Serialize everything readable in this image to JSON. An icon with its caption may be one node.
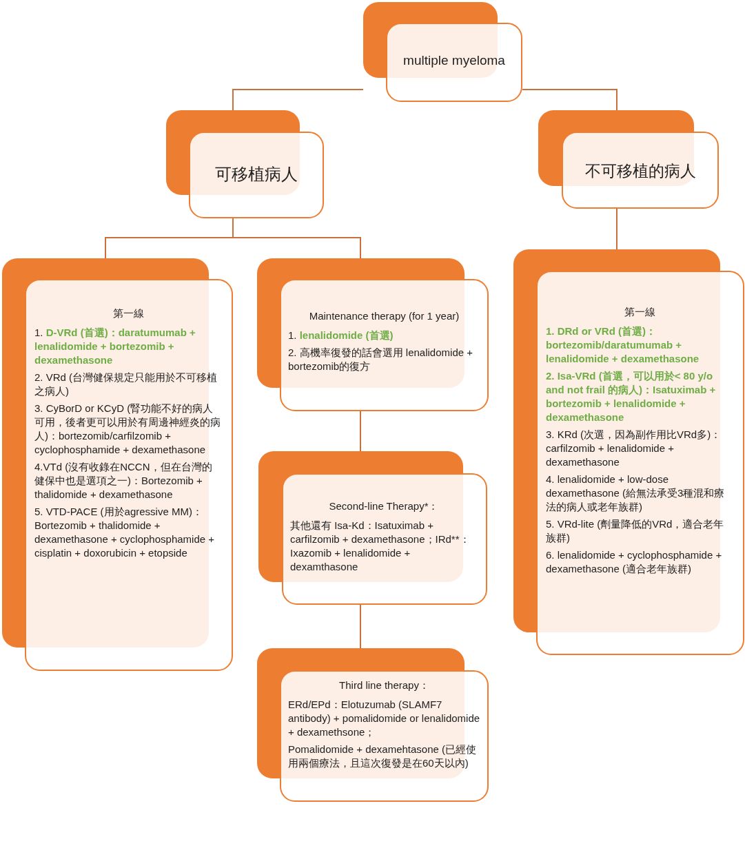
{
  "diagram": {
    "nodes": [
      {
        "text": [
          "multiple myeloma"
        ]
      },
      {
        "text": [
          "可移植病人"
        ]
      },
      {
        "text": [
          "不可移植的病人"
        ]
      },
      {
        "text": [
          "第一線",
          "1. **D-VRd (首選)：daratumumab + lenalidomide + bortezomib + dexamethasone**",
          "2. VRd (台灣健保規定只能用於不可移植之病人)",
          "3. CyBorD or KCyD (腎功能不好的病人可用，後者更可以用於有周邊神經炎的病人)：bortezomib/carfilzomib + cyclophosphamide + dexamethasone",
          "4.VTd (沒有收錄在NCCN，但在台灣的健保中也是選項之一)：Bortezomib + thalidomide + dexamethasone",
          "5. VTD-PACE (用於agressive MM)：Bortezomib + thalidomide + dexamethasone + cyclophosphamide + cisplatin + doxorubicin + etopside"
        ]
      },
      {
        "text": [
          "Maintenance therapy (for 1 year)",
          "1. **lenalidomide (首選)**",
          "2. 高機率復發的話會選用 lenalidomide + bortezomib的復方"
        ]
      },
      {
        "text": [
          "Second-line Therapy*：",
          "其他還有 Isa-Kd：Isatuximab + carfilzomib + dexamethasone；IRd**：Ixazomib + lenalidomide + dexamthasone"
        ]
      },
      {
        "text": [
          "Third line therapy：",
          "ERd/EPd：Elotuzumab (SLAMF7 antibody) + pomalidomide or lenalidomide + dexamethsone；",
          "Pomalidomide + dexamehtasone (已經使用兩個療法，且這次復發是在60天以內)"
        ]
      },
      {
        "text": [
          "第一線",
          "1. DRd or VRd (首選)：bortezomib/daratumumab + lenalidomide + dexamethasone",
          "2. Isa-VRd (首選，可以用於< 80 y/o and not frail 的病人)：Isatuximab + bortezomib + lenalidomide + dexamethasone",
          "3. KRd (次選，因為副作用比VRd多)：carfilzomib + lenalidomide + dexamethasone",
          "4. lenalidomide + low-dose dexamethasone (給無法承受3種混和療法的病人或老年族群)",
          "5. VRd-lite (劑量降低的VRd，適合老年族群)",
          "6. lenalidomide + cyclophosphamide + dexamethasone (適合老年族群)"
        ]
      }
    ],
    "edges": [
      {
        "from": 0,
        "to": 1,
        "arrow": "none"
      },
      {
        "from": 0,
        "to": 2,
        "arrow": "none"
      },
      {
        "from": 1,
        "to": 3,
        "arrow": "none"
      },
      {
        "from": 1,
        "to": 4,
        "arrow": "none"
      },
      {
        "from": 4,
        "to": 5,
        "arrow": "none"
      },
      {
        "from": 5,
        "to": 6,
        "arrow": "none"
      },
      {
        "from": 2,
        "to": 7,
        "arrow": "none"
      }
    ]
  }
}
